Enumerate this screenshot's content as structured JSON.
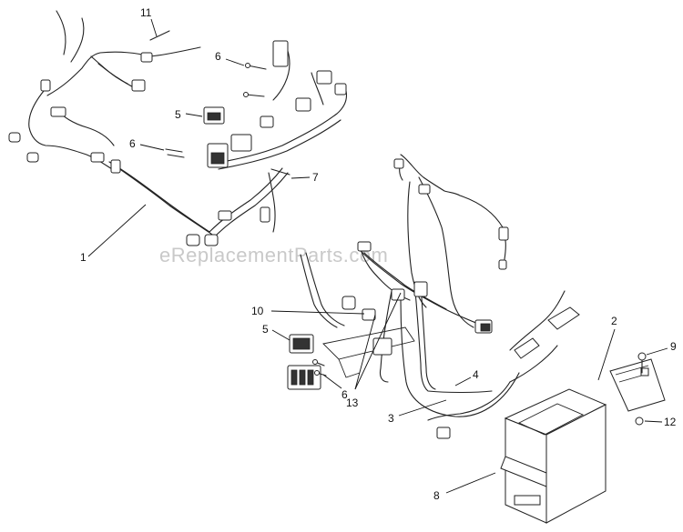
{
  "watermark": "eReplacementParts.com",
  "callouts": {
    "c1": "1",
    "c2": "2",
    "c3": "3",
    "c4": "4",
    "c5a": "5",
    "c5b": "5",
    "c6a": "6",
    "c6b": "6",
    "c6c": "6",
    "c7": "7",
    "c8": "8",
    "c9": "9",
    "c10": "10",
    "c11": "11",
    "c12": "12",
    "c13": "13"
  }
}
